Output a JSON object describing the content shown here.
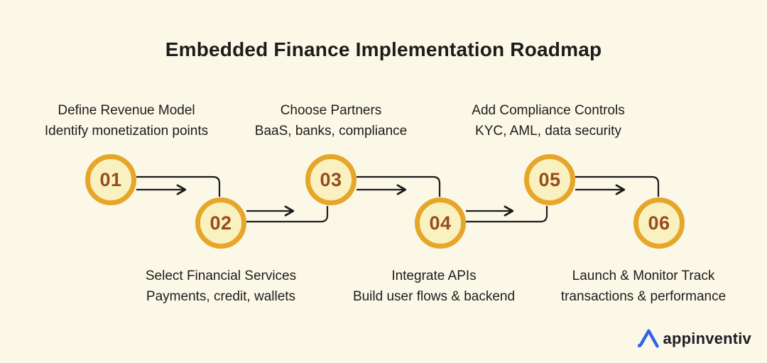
{
  "title": "Embedded Finance Implementation Roadmap",
  "steps": [
    {
      "number": "01",
      "label": "Define Revenue Model",
      "sublabel": "Identify monetization points",
      "label_position": "top"
    },
    {
      "number": "02",
      "label": "Select Financial Services",
      "sublabel": "Payments, credit, wallets",
      "label_position": "bottom"
    },
    {
      "number": "03",
      "label": "Choose Partners",
      "sublabel": "BaaS, banks, compliance",
      "label_position": "top"
    },
    {
      "number": "04",
      "label": "Integrate APIs",
      "sublabel": "Build user flows & backend",
      "label_position": "bottom"
    },
    {
      "number": "05",
      "label": "Add Compliance Controls",
      "sublabel": "KYC, AML, data security",
      "label_position": "top"
    },
    {
      "number": "06",
      "label": "Launch & Monitor Track",
      "sublabel": "transactions & performance",
      "label_position": "bottom"
    }
  ],
  "branding": {
    "logo_text": "appinventiv"
  },
  "colors": {
    "background": "#FBF8E7",
    "circle_ring": "#E6A62A",
    "circle_fill": "#FAF1C0",
    "step_number": "#964C1D",
    "text": "#1C1C1C",
    "arrow": "#1C1C1C",
    "logo_blue": "#2B63EA",
    "logo_text": "#1D1D24"
  }
}
